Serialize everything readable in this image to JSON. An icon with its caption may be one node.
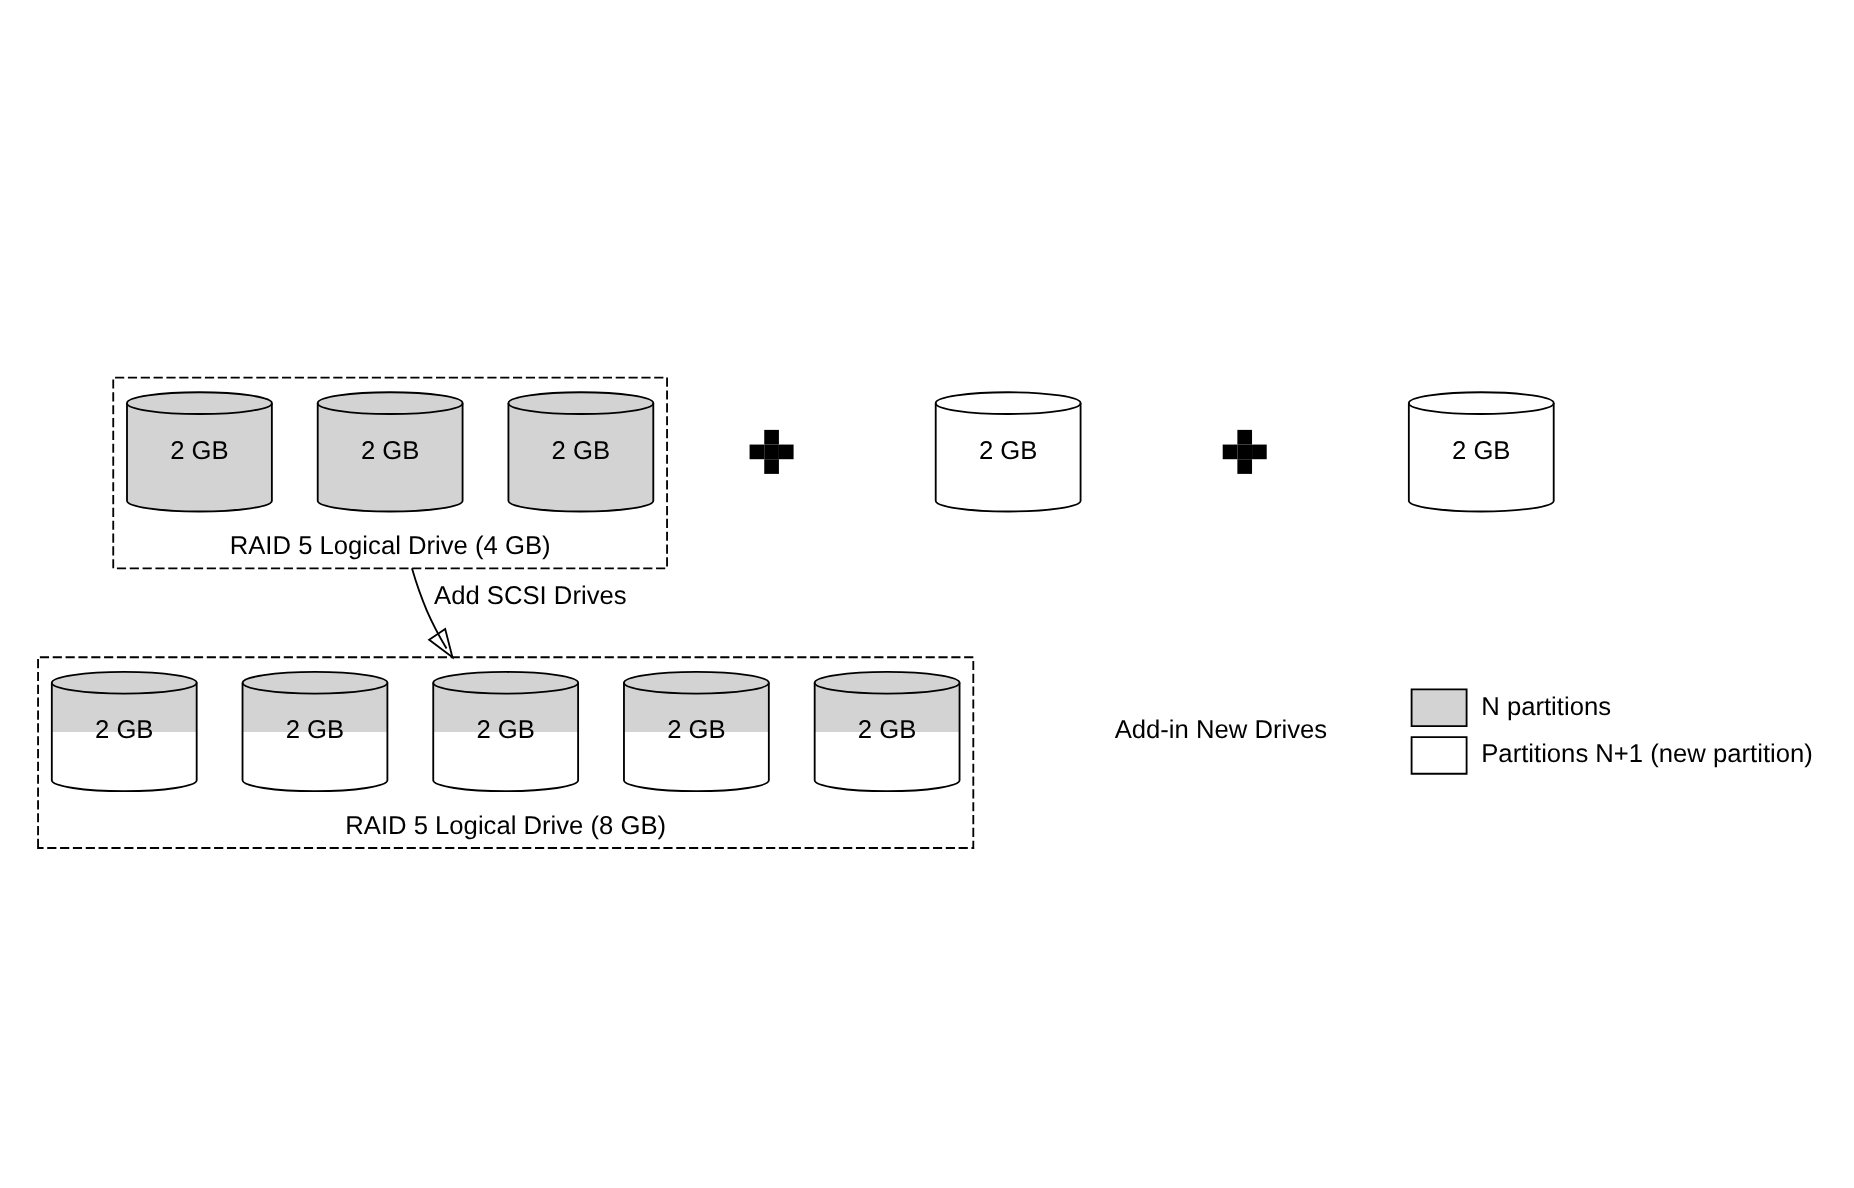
{
  "diagram": {
    "nodes": [
      {
        "text": [
          "RAID 5 Logical Drive (4 GB)"
        ]
      },
      {
        "text": [
          "2 GB"
        ],
        "in": 0
      },
      {
        "text": [
          "2 GB"
        ],
        "in": 0
      },
      {
        "text": [
          "2 GB"
        ],
        "in": 0
      },
      {
        "text": [
          "2 GB"
        ]
      },
      {
        "text": [
          "2 GB"
        ]
      },
      {
        "text": [
          "RAID 5 Logical Drive (8 GB)"
        ]
      },
      {
        "text": [
          "2 GB"
        ],
        "in": 6
      },
      {
        "text": [
          "2 GB"
        ],
        "in": 6
      },
      {
        "text": [
          "2 GB"
        ],
        "in": 6
      },
      {
        "text": [
          "2 GB"
        ],
        "in": 6
      },
      {
        "text": [
          "2 GB"
        ],
        "in": 6
      }
    ],
    "edges": [
      {
        "from": 0,
        "to": 6,
        "arrow": "to",
        "label": "Add SCSI Drives"
      }
    ],
    "labels": [
      "Add-in New Drives"
    ],
    "legend": [
      {
        "text": "N partitions"
      },
      {
        "text": "Partitions N+1 (new partition)"
      }
    ]
  }
}
